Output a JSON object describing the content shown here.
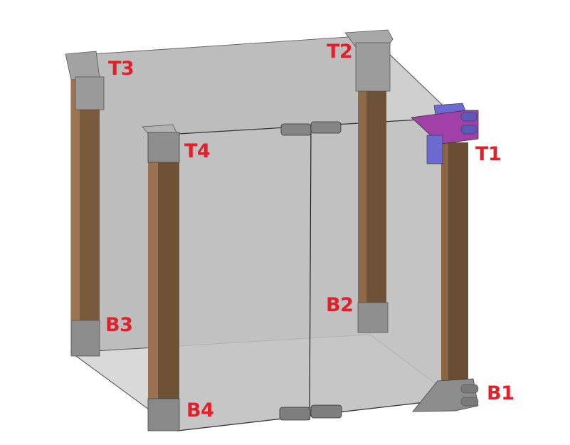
{
  "figure": {
    "description": "Transparent enclosure frame with four wooden posts and printed corner brackets",
    "labels": {
      "T1": "T1",
      "T2": "T2",
      "T3": "T3",
      "T4": "T4",
      "B1": "B1",
      "B2": "B2",
      "B3": "B3",
      "B4": "B4"
    },
    "colors": {
      "label": "#e0202a",
      "panel": "#c9c9c9",
      "panel_dark": "#b8b8b8",
      "post_wood": "#7a5a3c",
      "post_wood_light": "#9c7450",
      "bracket_grey": "#8e8e8e",
      "bracket_light": "#b0b0b0",
      "highlight_bracket": "#a040a8",
      "highlight_bracket_blue": "#6a6ad0"
    }
  }
}
